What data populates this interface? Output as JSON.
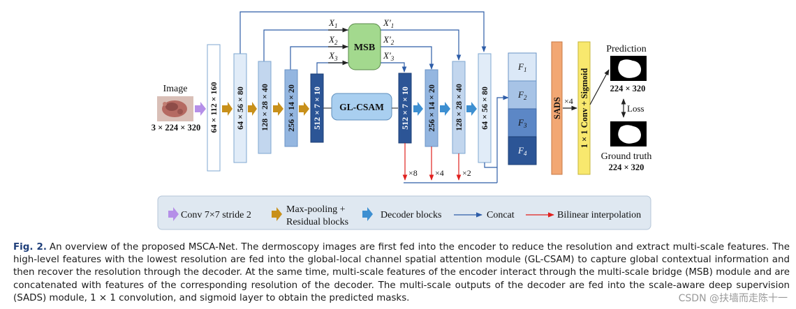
{
  "diagram": {
    "input": {
      "label": "Image",
      "size": "3 × 224 × 320"
    },
    "encoder_blocks": [
      "64 × 112 × 160",
      "64 × 56 × 80",
      "128 × 28 × 40",
      "256 × 14 × 20",
      "512 × 7 × 10"
    ],
    "decoder_blocks": [
      "512 × 7 × 10",
      "256 × 14 × 20",
      "128 × 28 × 40",
      "64 × 56 × 80"
    ],
    "msb": {
      "label": "MSB",
      "inputs": [
        "X1",
        "X2",
        "X3"
      ],
      "outputs": [
        "X′1",
        "X′2",
        "X′3"
      ]
    },
    "gl_csam": "GL-CSAM",
    "features": [
      "F1",
      "F2",
      "F3",
      "F4"
    ],
    "sads": "SADS",
    "sads_scale": "×4",
    "conv_sigmoid": "1 × 1 Conv + Sigmoid",
    "upsample_factors": [
      "×8",
      "×4",
      "×2"
    ],
    "prediction": {
      "label": "Prediction",
      "size": "224 × 320"
    },
    "loss": "Loss",
    "ground_truth": {
      "label": "Ground truth",
      "size": "224 × 320"
    },
    "legend": {
      "conv": "Conv 7×7 stride 2",
      "maxpool_line1": "Max-pooling +",
      "maxpool_line2": "Residual blocks",
      "decoder": "Decoder blocks",
      "concat": "Concat",
      "bilinear": "Bilinear interpolation"
    },
    "colors": {
      "conv_arrow": "#b58fe8",
      "pool_arrow": "#c8901a",
      "decoder_arrow": "#3d8fd1",
      "concat_line": "#2e5da8",
      "bilinear_line": "#e0201e",
      "msb": "#a3d98e",
      "gl_csam": "#a9cff0",
      "sads": "#f2a773",
      "conv_sigmoid": "#f8e86e"
    }
  },
  "caption": {
    "label": "Fig. 2.",
    "text": "An overview of the proposed MSCA-Net. The dermoscopy images are first fed into the encoder to reduce the resolution and extract multi-scale features. The high-level features with the lowest resolution are fed into the global-local channel spatial attention module (GL-CSAM) to capture global contextual information and then recover the resolution through the decoder. At the same time, multi-scale features of the encoder interact through the multi-scale bridge (MSB) module and are concatenated with features of the corresponding resolution of the decoder. The multi-scale outputs of the decoder are fed into the scale-aware deep supervision (SADS) module, 1 × 1 convolution, and sigmoid layer to obtain the predicted masks."
  },
  "watermark": "CSDN @扶墙而走陈十一"
}
